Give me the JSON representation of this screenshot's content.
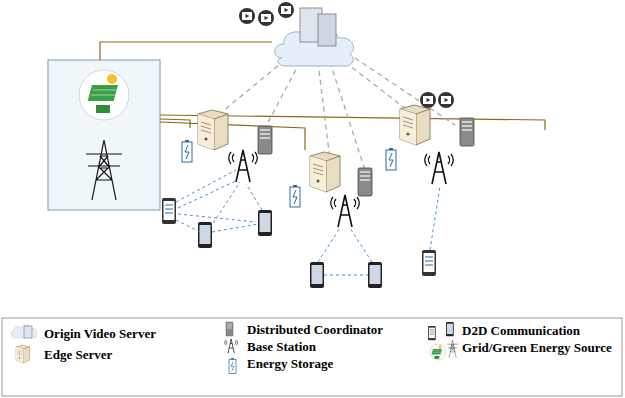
{
  "diagram": {
    "legend": [
      {
        "text": "Origin Video Server"
      },
      {
        "text": "Edge Server"
      },
      {
        "text": "Distributed Coordinator"
      },
      {
        "text": "Base Station"
      },
      {
        "text": "Energy Storage"
      },
      {
        "text": "D2D Communication"
      },
      {
        "text": "Grid/Green Energy Source"
      }
    ]
  }
}
